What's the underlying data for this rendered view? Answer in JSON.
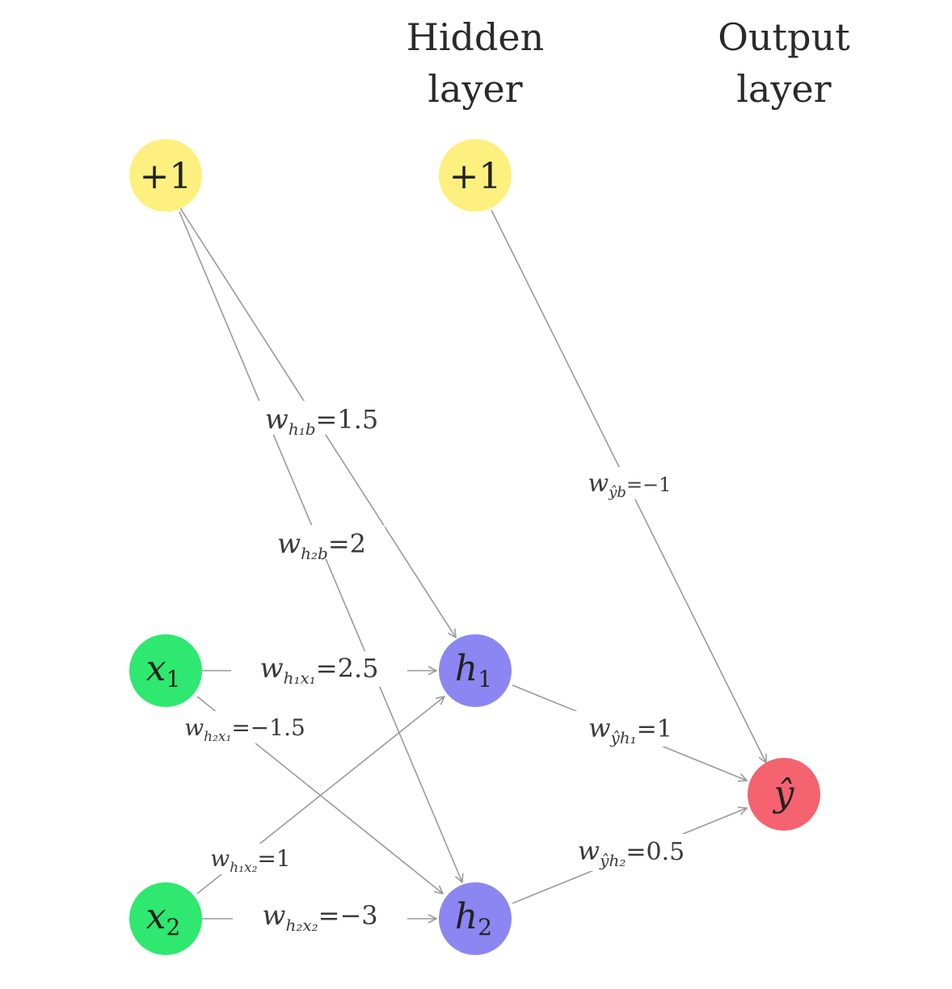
{
  "headers": {
    "hidden_line1": "Hidden",
    "hidden_line2": "layer",
    "output_line1": "Output",
    "output_line2": "layer"
  },
  "colors": {
    "bias": "#fdf07e",
    "input": "#2ee870",
    "hidden": "#8c86f2",
    "output": "#f4636f",
    "edge": "#9a9a9a"
  },
  "nodes": {
    "bias_input": {
      "label": "+1"
    },
    "bias_hidden": {
      "label": "+1"
    },
    "x1": {
      "base": "x",
      "sub": "1"
    },
    "x2": {
      "base": "x",
      "sub": "2"
    },
    "h1": {
      "base": "h",
      "sub": "1"
    },
    "h2": {
      "base": "h",
      "sub": "2"
    },
    "yhat": {
      "label": "ŷ"
    }
  },
  "weights": {
    "w_h1_b": {
      "sym": "w",
      "sub": "h₁b",
      "value": "=1.5"
    },
    "w_h2_b": {
      "sym": "w",
      "sub": "h₂b",
      "value": "=2"
    },
    "w_yhat_b": {
      "sym": "w",
      "sub": "ŷb",
      "value": "=−1"
    },
    "w_h1_x1": {
      "sym": "w",
      "sub": "h₁x₁",
      "value": "=2.5"
    },
    "w_h2_x1": {
      "sym": "w",
      "sub": "h₂x₁",
      "value": "=−1.5"
    },
    "w_h1_x2": {
      "sym": "w",
      "sub": "h₁x₂",
      "value": "=1"
    },
    "w_h2_x2": {
      "sym": "w",
      "sub": "h₂x₂",
      "value": "=−3"
    },
    "w_yhat_h1": {
      "sym": "w",
      "sub": "ŷh₁",
      "value": "=1"
    },
    "w_yhat_h2": {
      "sym": "w",
      "sub": "ŷh₂",
      "value": "=0.5"
    }
  }
}
